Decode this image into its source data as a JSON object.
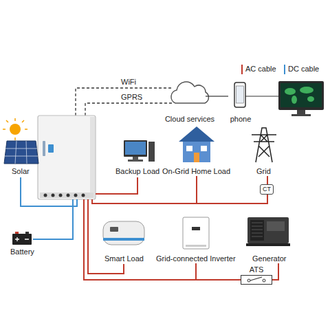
{
  "diagram": {
    "nodes": [
      {
        "text": [
          "Cloud services"
        ]
      },
      {
        "text": [
          "phone"
        ]
      },
      {
        "text": [
          "Solar"
        ]
      },
      {
        "text": [
          "Backup Load"
        ]
      },
      {
        "text": [
          "On-Grid Home Load"
        ]
      },
      {
        "text": [
          "Grid"
        ]
      },
      {
        "text": [
          "CT"
        ]
      },
      {
        "text": [
          "Battery"
        ]
      },
      {
        "text": [
          "Smart Load"
        ]
      },
      {
        "text": [
          "Grid-connected Inverter"
        ]
      },
      {
        "text": [
          "Generator"
        ]
      },
      {
        "text": [
          "ATS"
        ]
      }
    ],
    "edges": [
      {
        "from": 0,
        "to": 1,
        "arrow": "none"
      },
      {
        "from": 5,
        "to": 6,
        "arrow": "none"
      },
      {
        "from": 6,
        "to": 4,
        "arrow": "none"
      },
      {
        "from": 9,
        "to": 11,
        "arrow": "none"
      },
      {
        "from": 10,
        "to": 11,
        "arrow": "none"
      }
    ],
    "labels": [
      "WiFi",
      "GPRS"
    ],
    "legend": [
      {
        "text": "AC cable"
      },
      {
        "text": "DC cable"
      }
    ]
  }
}
